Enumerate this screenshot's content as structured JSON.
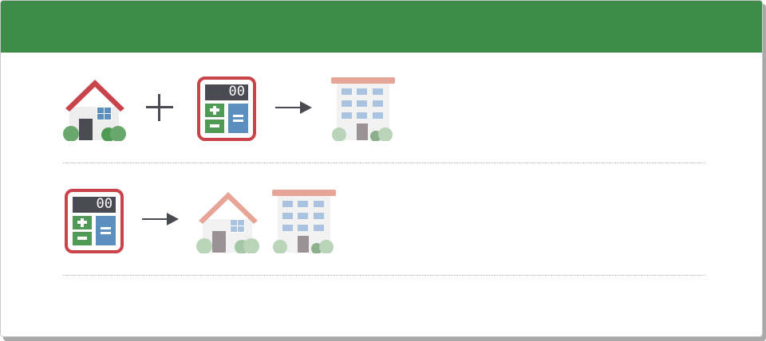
{
  "header": {
    "color": "#3d8c47"
  },
  "rows": [
    {
      "id": "row-1",
      "items": [
        "house-icon",
        "plus-icon",
        "calculator-icon",
        "arrow-right-icon",
        "apartment-building-icon"
      ]
    },
    {
      "id": "row-2",
      "items": [
        "calculator-icon",
        "arrow-right-icon",
        "house-icon-faded",
        "apartment-building-icon-faded"
      ]
    }
  ],
  "calculator": {
    "display": "00"
  },
  "colors": {
    "house_roof": "#c8434a",
    "calculator_frame": "#c8434a",
    "plus_key": "#4f9a55",
    "equals_key": "#5b8fc0",
    "bush": "#6aa76d",
    "building_windows": "#a9c3e0"
  }
}
